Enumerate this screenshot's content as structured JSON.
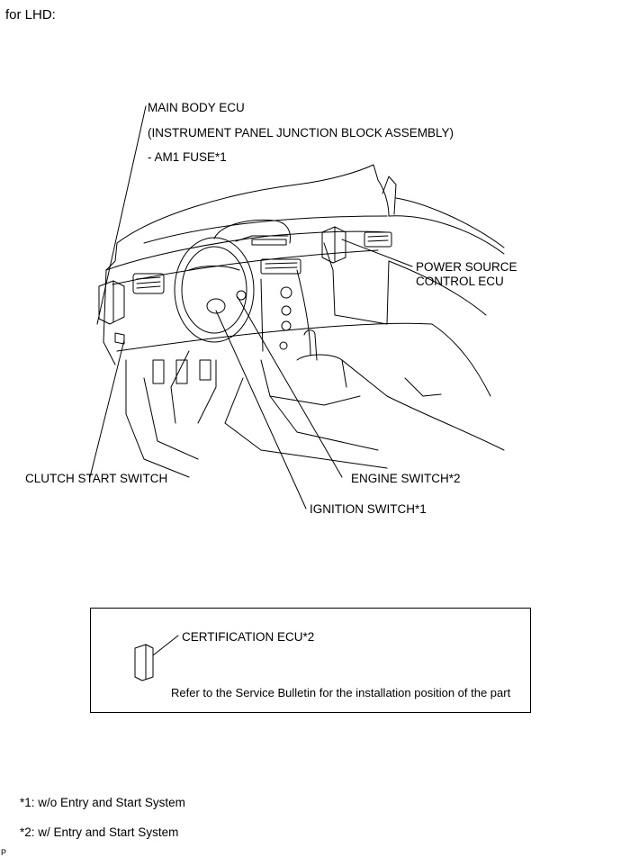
{
  "header": {
    "title": "for LHD:"
  },
  "callouts": {
    "main_body_ecu": "MAIN BODY ECU",
    "junction_block": "(INSTRUMENT PANEL JUNCTION BLOCK ASSEMBLY)",
    "am1_fuse": "- AM1 FUSE*1",
    "power_source_line1": "POWER SOURCE",
    "power_source_line2": "CONTROL ECU",
    "clutch_start_switch": "CLUTCH START SWITCH",
    "engine_switch": "ENGINE SWITCH*2",
    "ignition_switch": "IGNITION SWITCH*1"
  },
  "inset": {
    "certification_ecu": "CERTIFICATION ECU*2",
    "note": "Refer to the Service Bulletin for the installation position of the part"
  },
  "footnotes": [
    "*1: w/o Entry and Start System",
    "*2: w/ Entry and Start System"
  ],
  "corner_mark": "P"
}
